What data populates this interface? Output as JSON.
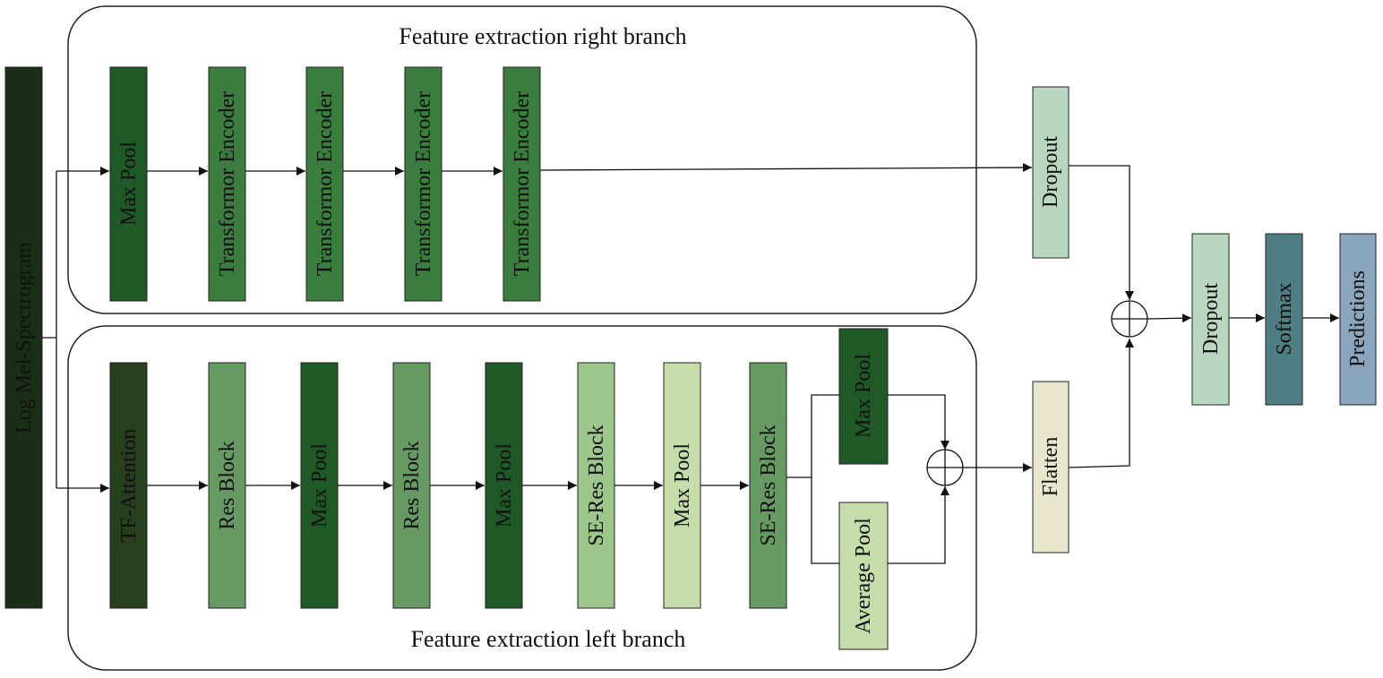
{
  "input": {
    "label": "Log Mel-Spectrogram",
    "color": "#1b2e18"
  },
  "right_branch": {
    "title": "Feature extraction right branch",
    "blocks": [
      {
        "label": "Max Pool",
        "color": "#1f5a26"
      },
      {
        "label": "Transformor Encoder",
        "color": "#3a7d3f"
      },
      {
        "label": "Transformor Encoder",
        "color": "#3a7d3f"
      },
      {
        "label": "Transformor Encoder",
        "color": "#3a7d3f"
      },
      {
        "label": "Transformor Encoder",
        "color": "#3a7d3f"
      }
    ]
  },
  "left_branch": {
    "title": "Feature extraction left branch",
    "blocks": [
      {
        "label": "TF-Attention",
        "color": "#263f1c"
      },
      {
        "label": "Res Block",
        "color": "#669a62"
      },
      {
        "label": "Max Pool",
        "color": "#1f5a26"
      },
      {
        "label": "Res Block",
        "color": "#669a62"
      },
      {
        "label": "Max Pool",
        "color": "#1f5a26"
      },
      {
        "label": "SE-Res Block",
        "color": "#9cc68c"
      },
      {
        "label": "Max Pool",
        "color": "#c5dcab"
      },
      {
        "label": "SE-Res Block",
        "color": "#669a62"
      }
    ],
    "pool_max": {
      "label": "Max Pool",
      "color": "#1f5a26"
    },
    "pool_avg": {
      "label": "Average Pool",
      "color": "#c5dcab"
    }
  },
  "head": {
    "dropout_top": {
      "label": "Dropout",
      "color": "#b9d7c0"
    },
    "flatten": {
      "label": "Flatten",
      "color": "#e8e6cd"
    },
    "dropout_final": {
      "label": "Dropout",
      "color": "#b9d7c0"
    },
    "softmax": {
      "label": "Softmax",
      "color": "#4f7e84"
    },
    "predictions": {
      "label": "Predictions",
      "color": "#8aa6bf"
    }
  }
}
